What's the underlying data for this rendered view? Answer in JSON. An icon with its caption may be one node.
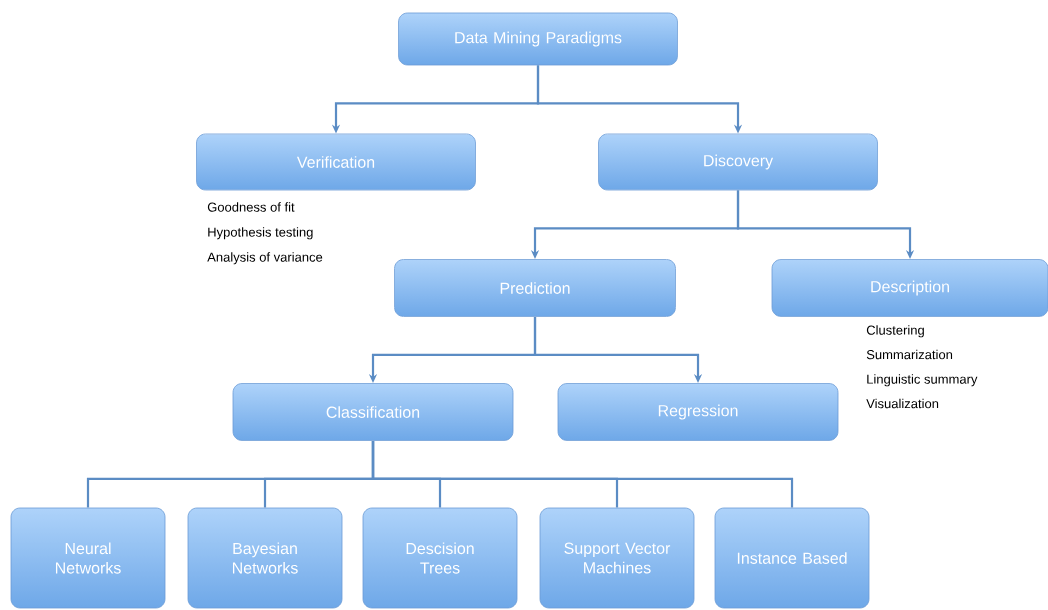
{
  "diagram": {
    "nodes": [
      {
        "text": [
          "Data Mining Paradigms"
        ]
      },
      {
        "text": [
          "Verification"
        ],
        "beside": [
          "Goodness of fit",
          "Hypothesis testing",
          "Analysis of variance"
        ]
      },
      {
        "text": [
          "Discovery"
        ]
      },
      {
        "text": [
          "Prediction"
        ]
      },
      {
        "text": [
          "Description"
        ],
        "beside": [
          "Clustering",
          "Summarization",
          "Linguistic summary",
          "Visualization"
        ]
      },
      {
        "text": [
          "Classification"
        ]
      },
      {
        "text": [
          "Regression"
        ]
      },
      {
        "text": [
          "Neural Networks"
        ]
      },
      {
        "text": [
          "Bayesian Networks"
        ]
      },
      {
        "text": [
          "Descision Trees"
        ]
      },
      {
        "text": [
          "Support Vector Machines"
        ]
      },
      {
        "text": [
          "Instance Based"
        ]
      }
    ],
    "edges": [
      {
        "from": 0,
        "to": 1,
        "arrow": "to"
      },
      {
        "from": 0,
        "to": 2,
        "arrow": "to"
      },
      {
        "from": 2,
        "to": 3,
        "arrow": "to"
      },
      {
        "from": 2,
        "to": 4,
        "arrow": "to"
      },
      {
        "from": 3,
        "to": 5,
        "arrow": "to"
      },
      {
        "from": 3,
        "to": 6,
        "arrow": "to"
      },
      {
        "from": 5,
        "to": 7,
        "arrow": "none"
      },
      {
        "from": 5,
        "to": 8,
        "arrow": "none"
      },
      {
        "from": 5,
        "to": 9,
        "arrow": "none"
      },
      {
        "from": 5,
        "to": 10,
        "arrow": "none"
      },
      {
        "from": 5,
        "to": 11,
        "arrow": "none"
      }
    ]
  }
}
